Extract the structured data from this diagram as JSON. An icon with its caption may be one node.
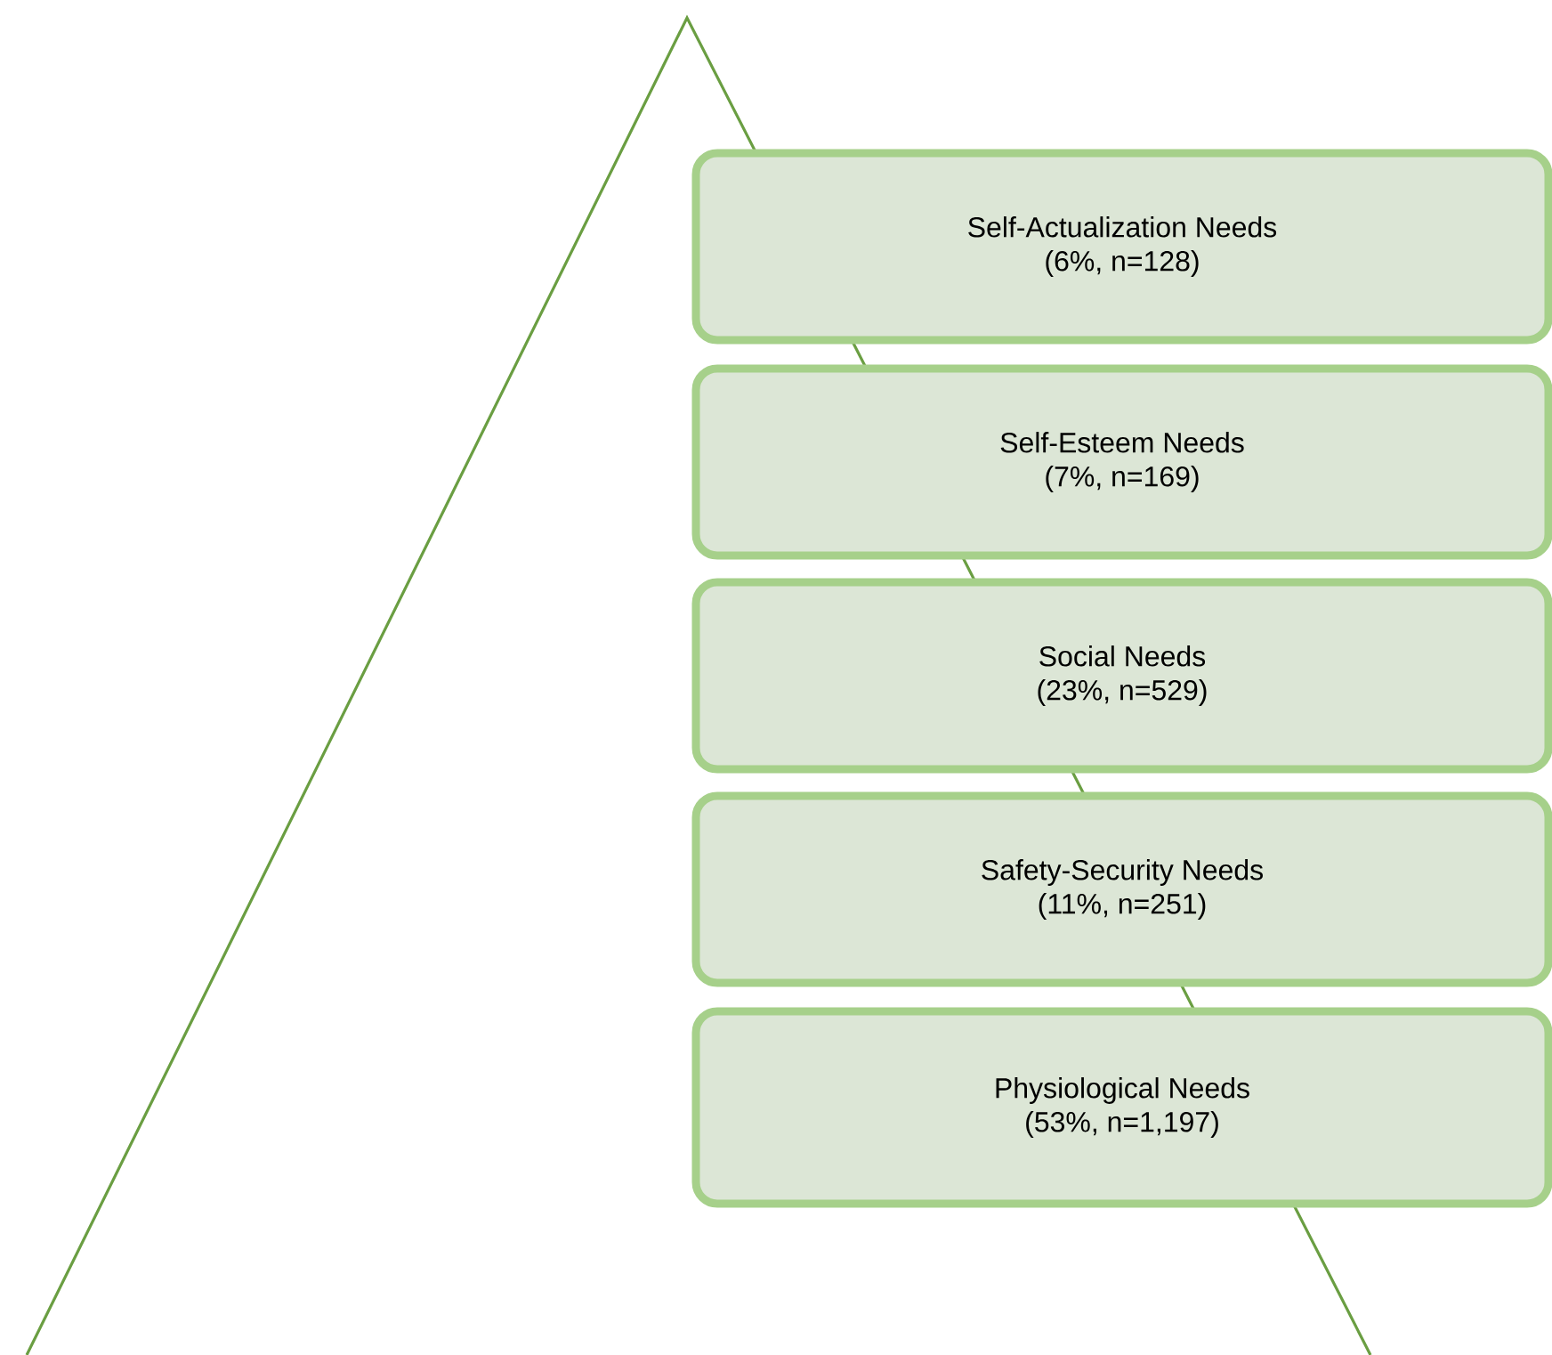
{
  "diagram": {
    "nodes": [
      {
        "text": [
          "Self-Actualization Needs",
          "(6%, n=128)"
        ]
      },
      {
        "text": [
          "Self-Esteem Needs",
          "(7%, n=169)"
        ]
      },
      {
        "text": [
          "Social Needs",
          "(23%, n=529)"
        ]
      },
      {
        "text": [
          "Safety-Security Needs",
          "(11%, n=251)"
        ]
      },
      {
        "text": [
          "Physiological Needs",
          "(53%, n=1,197)"
        ]
      }
    ]
  }
}
